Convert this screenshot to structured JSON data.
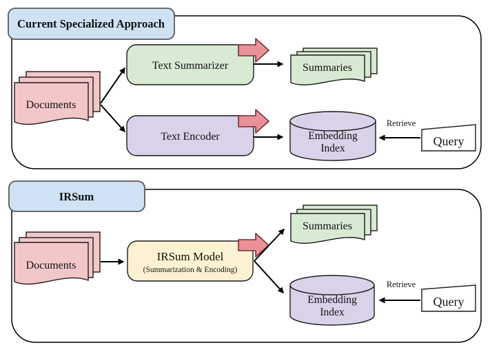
{
  "figure": {
    "panel1": {
      "title": "Current Specialized Approach",
      "documents": "Documents",
      "summarizer": "Text Summarizer",
      "encoder": "Text Encoder",
      "summaries": "Summaries",
      "embedding_line1": "Embedding",
      "embedding_line2": "Index",
      "retrieve": "Retrieve",
      "query": "Query"
    },
    "panel2": {
      "title": "IRSum",
      "documents": "Documents",
      "model_title": "IRSum Model",
      "model_subtitle": "(Summarization & Encoding)",
      "summaries": "Summaries",
      "embedding_line1": "Embedding",
      "embedding_line2": "Index",
      "retrieve": "Retrieve",
      "query": "Query"
    },
    "colors": {
      "title_box_fill": "#cfe2f3",
      "title_box_stroke": "#58595b",
      "documents_fill": "#f3c7c9",
      "summaries_fill": "#d9ead3",
      "summarizer_box_fill": "#d9ead3",
      "encoder_box_fill": "#d9d2e9",
      "irsum_box_fill": "#fcf2d2",
      "embedding_index_fill": "#d9d2e9",
      "query_fill": "#ffffff",
      "block_arrow_fill": "#ea9197",
      "block_arrow_stroke": "#6b3339",
      "line_stroke": "#000000",
      "background": "#ffffff"
    }
  }
}
